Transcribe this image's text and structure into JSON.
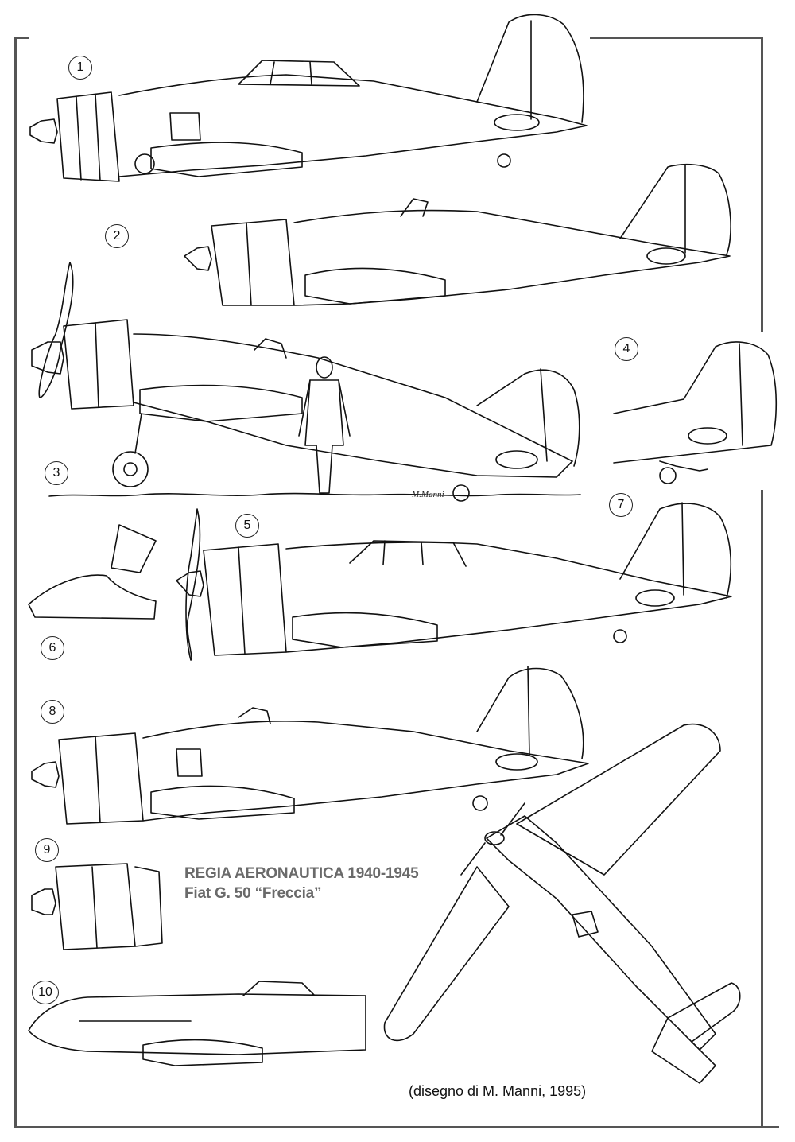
{
  "title": {
    "line1_main": "REGIA AERONAUTICA",
    "line1_years": "1940-1945",
    "line2": "Fiat G. 50 “Freccia”"
  },
  "credit": "(disegno di M. Manni, 1995)",
  "ground_signature": "M.Manni",
  "figure_numbers": [
    "1",
    "2",
    "3",
    "4",
    "5",
    "6",
    "7",
    "8",
    "9",
    "10"
  ]
}
